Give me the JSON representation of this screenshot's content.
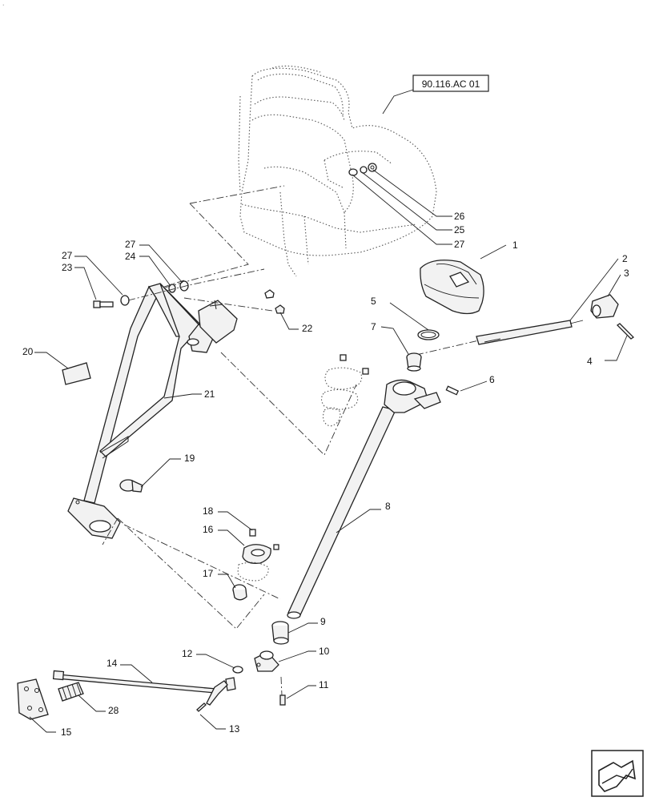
{
  "reference_box": {
    "text": "90.116.AC 01"
  },
  "callouts": [
    {
      "id": "c1",
      "text": "1"
    },
    {
      "id": "c2",
      "text": "2"
    },
    {
      "id": "c3",
      "text": "3"
    },
    {
      "id": "c4",
      "text": "4"
    },
    {
      "id": "c5",
      "text": "5"
    },
    {
      "id": "c6",
      "text": "6"
    },
    {
      "id": "c7",
      "text": "7"
    },
    {
      "id": "c8",
      "text": "8"
    },
    {
      "id": "c9",
      "text": "9"
    },
    {
      "id": "c10",
      "text": "10"
    },
    {
      "id": "c11",
      "text": "11"
    },
    {
      "id": "c12",
      "text": "12"
    },
    {
      "id": "c13",
      "text": "13"
    },
    {
      "id": "c14",
      "text": "14"
    },
    {
      "id": "c15",
      "text": "15"
    },
    {
      "id": "c16",
      "text": "16"
    },
    {
      "id": "c17",
      "text": "17"
    },
    {
      "id": "c18",
      "text": "18"
    },
    {
      "id": "c19",
      "text": "19"
    },
    {
      "id": "c20",
      "text": "20"
    },
    {
      "id": "c21",
      "text": "21"
    },
    {
      "id": "c22",
      "text": "22"
    },
    {
      "id": "c23",
      "text": "23"
    },
    {
      "id": "c24",
      "text": "24"
    },
    {
      "id": "c25",
      "text": "25"
    },
    {
      "id": "c26",
      "text": "26"
    },
    {
      "id": "c27a",
      "text": "27"
    },
    {
      "id": "c27b",
      "text": "27"
    },
    {
      "id": "c27c",
      "text": "27"
    },
    {
      "id": "c28",
      "text": "28"
    }
  ],
  "nav_icon": {
    "icon": "next-page-arrow-icon"
  }
}
